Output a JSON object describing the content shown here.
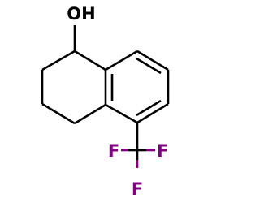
{
  "molecule": {
    "atoms": {
      "hydroxyl": {
        "label": "OH",
        "color": "#000000"
      },
      "fluorine_left": {
        "label": "F",
        "color": "#800080"
      },
      "fluorine_right": {
        "label": "F",
        "color": "#800080"
      },
      "fluorine_bottom": {
        "label": "F",
        "color": "#800080"
      }
    },
    "colors": {
      "bond": "#000000",
      "fluorine": "#800080"
    }
  }
}
